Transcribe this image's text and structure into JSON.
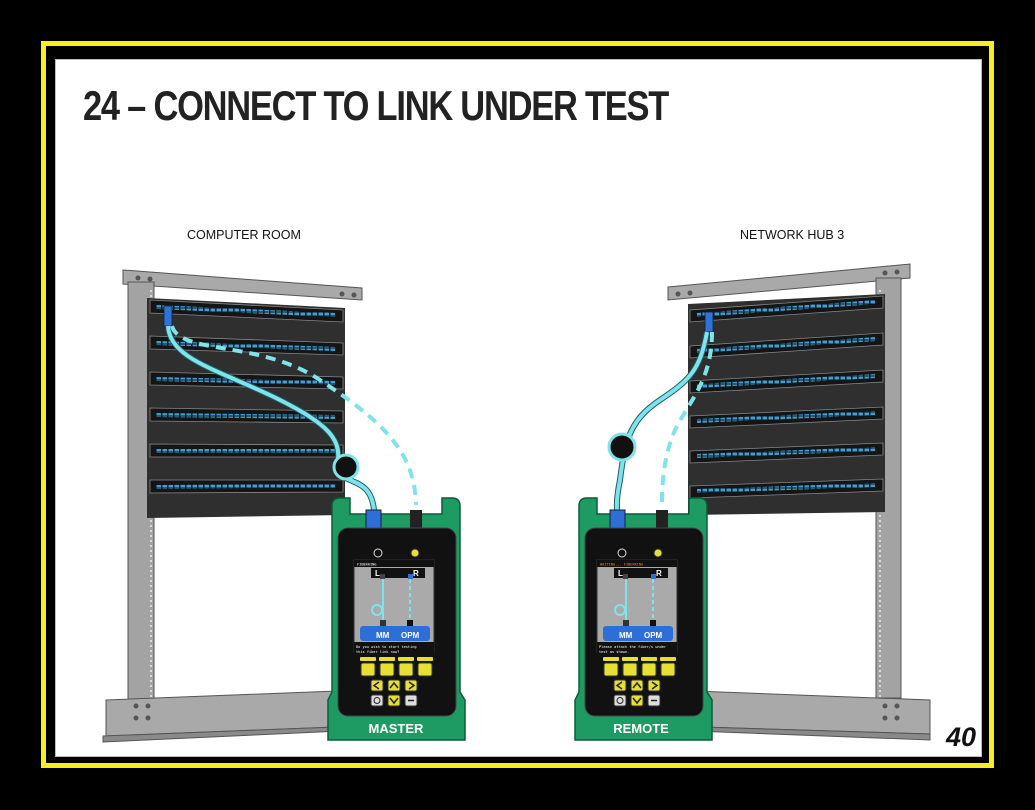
{
  "page": {
    "title": "24 – CONNECT TO LINK UNDER TEST",
    "page_number": "40"
  },
  "rooms": {
    "left_label": "COMPUTER ROOM",
    "right_label": "NETWORK HUB 3"
  },
  "devices": {
    "master": {
      "label": "MASTER",
      "port_left": "L",
      "port_right": "R",
      "source_label": "MM",
      "meter_label": "OPM",
      "screen_header": "FIBERKING",
      "screen_message_1": "Do you wish to start testing",
      "screen_message_2": "this fiber link now?"
    },
    "remote": {
      "label": "REMOTE",
      "port_left": "L",
      "port_right": "R",
      "source_label": "MM",
      "meter_label": "OPM",
      "screen_header": "WAITING... FIBERKING",
      "screen_message_1": "Please attach the fiber/s under",
      "screen_message_2": "test as shown."
    }
  },
  "colors": {
    "frame": "#f6ef1f",
    "device_body": "#1e9b63",
    "fiber": "#7fe3ea",
    "rack": "#9c9c9c",
    "panel": "#3a3a3a",
    "port": "#3aa0d8"
  }
}
